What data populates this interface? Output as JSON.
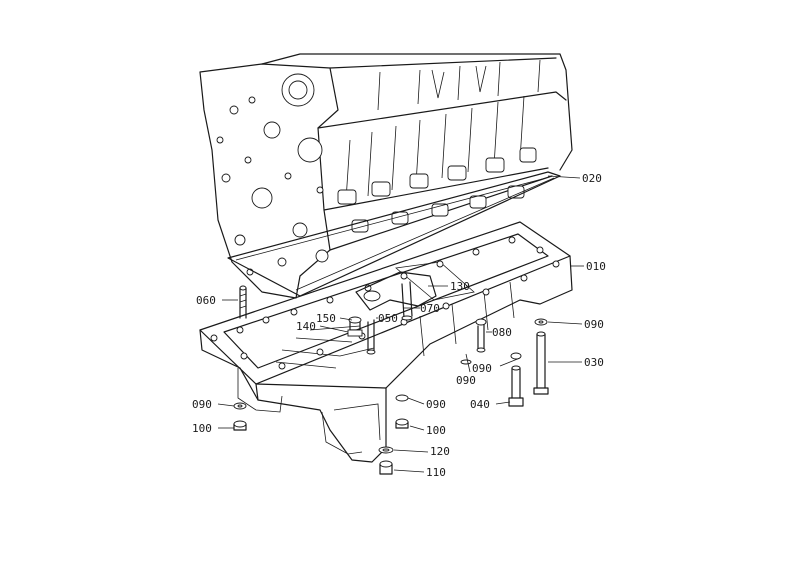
{
  "labels": {
    "p020": "020",
    "p010": "010",
    "p130": "130",
    "p060": "060",
    "p150": "150",
    "p070": "070",
    "p140": "140",
    "p050": "050",
    "p080": "080",
    "p090a": "090",
    "p090b": "090",
    "p090c": "090",
    "p090d": "090",
    "p090e": "090",
    "p030": "030",
    "p040": "040",
    "p100a": "100",
    "p100b": "100",
    "p120": "120",
    "p110": "110"
  }
}
